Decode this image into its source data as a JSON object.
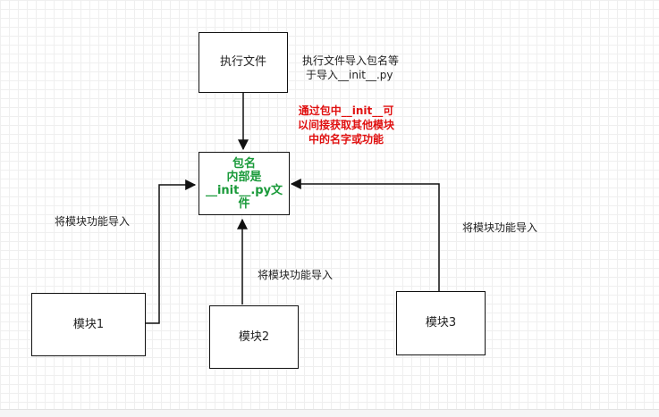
{
  "nodes": {
    "exec_file": "执行文件",
    "package_lines": [
      "包名",
      "内部是",
      "__init__.py文",
      "件"
    ],
    "module1": "模块1",
    "module2": "模块2",
    "module3": "模块3"
  },
  "labels": {
    "exec_import_lines": [
      "执行文件导入包名等",
      "于导入__init__.py"
    ],
    "via_init_lines": [
      "通过包中__init__可",
      "以间接获取其他模块",
      "中的名字或功能"
    ],
    "import_left": "将模块功能导入",
    "import_middle": "将模块功能导入",
    "import_right": "将模块功能导入"
  },
  "colors": {
    "package_text": "#1a9a3a",
    "note_text": "#e01010",
    "stroke": "#111111"
  }
}
